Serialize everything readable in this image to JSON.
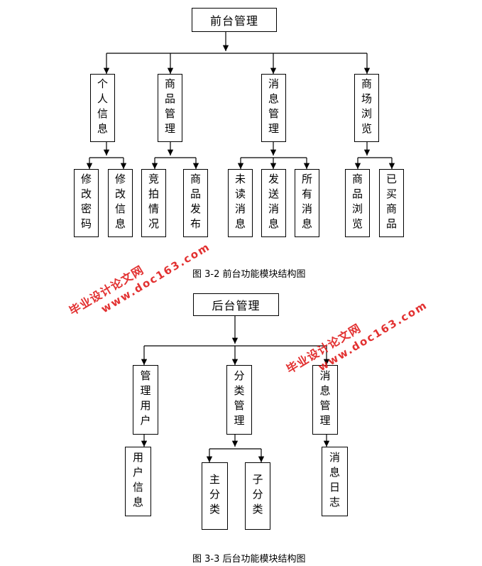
{
  "diagram1": {
    "root": "前台管理",
    "modules": [
      {
        "label": "个人信息",
        "children": [
          "修改密码",
          "修改信息"
        ]
      },
      {
        "label": "商品管理",
        "children": [
          "竞拍情况",
          "商品发布"
        ]
      },
      {
        "label": "消息管理",
        "children": [
          "未读消息",
          "发送消息",
          "所有消息"
        ]
      },
      {
        "label": "商场浏览",
        "children": [
          "商品浏览",
          "已买商品"
        ]
      }
    ],
    "caption": "图 3-2 前台功能模块结构图"
  },
  "diagram2": {
    "root": "后台管理",
    "modules": [
      {
        "label": "管理用户",
        "children": [
          "用户信息"
        ]
      },
      {
        "label": "分类管理",
        "children": [
          "主分类",
          "子分类"
        ]
      },
      {
        "label": "消息管理",
        "children": [
          "消息日志"
        ]
      }
    ],
    "caption": "图 3-3 后台功能模块结构图"
  },
  "watermark": {
    "site_name": "毕业设计论文网",
    "url": "www.doc163.com"
  },
  "colors": {
    "line": "#000000",
    "watermark": "#e02020"
  }
}
